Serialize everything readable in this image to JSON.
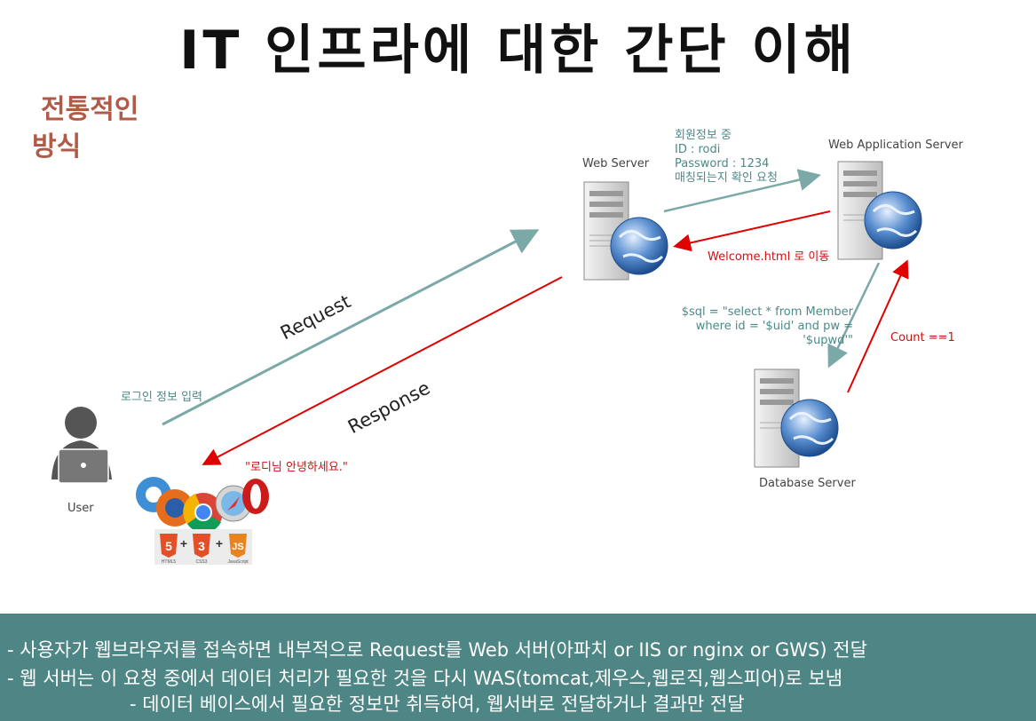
{
  "header": {
    "title": "IT 인프라에 대한 간단 이해",
    "subtitle_line1": "전통적인",
    "subtitle_line2": "방식"
  },
  "nodes": {
    "user": "User",
    "web_server": "Web Server",
    "was": "Web Application Server",
    "db": "Database Server"
  },
  "annotations": {
    "login_input": "로그인 정보 입력",
    "greeting": "\"로디님 안녕하세요.\"",
    "request": "Request",
    "response": "Response",
    "member_check": [
      "회원정보 중",
      "ID : rodi",
      "Password : 1234",
      "매칭되는지 확인 요청"
    ],
    "welcome": "Welcome.html 로 이동",
    "sql": [
      "$sql = \"select * from Member",
      "where id = '$uid' and pw = '$upwd'\""
    ],
    "count": "Count ==1"
  },
  "tech_badges": {
    "html5": "HTML5",
    "css3": "CSS3",
    "js": "JavaScript"
  },
  "bullets": [
    "- 사용자가 웹브라우저를 접속하면 내부적으로 Request를 Web 서버(아파치 or IIS or nginx or GWS) 전달",
    "- 웹 서버는 이 요청 중에서 데이터 처리가 필요한 것을 다시 WAS(tomcat,제우스,웹로직,웹스피어)로 보냄",
    "- 데이터 베이스에서 필요한 정보만 취득하여, 웹서버로 전달하거나 결과만 전달"
  ],
  "colors": {
    "teal": "#7aa9a7",
    "red": "#e00000",
    "bar": "#4e8585",
    "subtitle": "#b05a48"
  }
}
